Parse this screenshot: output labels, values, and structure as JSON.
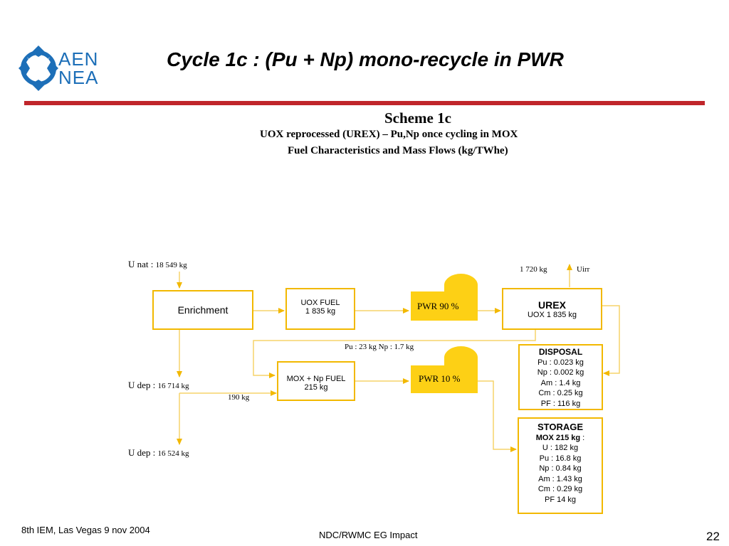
{
  "logo": {
    "line1": "AEN",
    "line2": "NEA",
    "color": "#1d6fb8"
  },
  "slide": {
    "title": "Cycle 1c : (Pu + Np) mono-recycle in PWR",
    "accent_color": "#c0262b"
  },
  "scheme": {
    "title": "Scheme 1c",
    "subtitle1": "UOX reprocessed (UREX) – Pu,Np once cycling in MOX",
    "subtitle2": "Fuel Characteristics and Mass Flows (kg/TWhe)"
  },
  "flows": {
    "unat_label": "U nat :",
    "unat_value": "18 549 kg",
    "udep1_label": "U dep :",
    "udep1_value": "16 714 kg",
    "udep2_label": "U dep :",
    "udep2_value": "16 524 kg",
    "recycled_u": "190 kg",
    "pu_np": "Pu : 23 kg   Np : 1.7 kg",
    "uirr_mass": "1 720 kg",
    "uirr_label": "Uirr"
  },
  "boxes": {
    "enrichment": "Enrichment",
    "uox_fuel_line1": "UOX FUEL",
    "uox_fuel_line2": "1 835 kg",
    "mox_fuel_line1": "MOX + Np FUEL",
    "mox_fuel_line2": "215 kg",
    "urex_title": "UREX",
    "urex_value": "UOX 1 835 kg",
    "pwr1": "PWR 90 %",
    "pwr2": "PWR 10 %"
  },
  "disposal": {
    "title": "DISPOSAL",
    "lines": [
      "Pu : 0.023 kg",
      "Np : 0.002 kg",
      "Am : 1.4 kg",
      "Cm : 0.25 kg",
      "PF : 116 kg"
    ]
  },
  "storage": {
    "title": "STORAGE",
    "mox_label": "MOX  215 kg",
    "mox_suffix": " :",
    "lines": [
      "U : 182 kg",
      "Pu : 16.8 kg",
      "Np : 0.84 kg",
      "Am : 1.43 kg",
      "Cm : 0.29 kg",
      "PF 14 kg"
    ]
  },
  "colors": {
    "box_border": "#f2b800",
    "reactor_fill": "#fdd015",
    "flow_line": "#f5d36a"
  },
  "footer": {
    "left": "8th IEM, Las Vegas 9 nov 2004",
    "center": "NDC/RWMC EG Impact",
    "page": "22"
  }
}
